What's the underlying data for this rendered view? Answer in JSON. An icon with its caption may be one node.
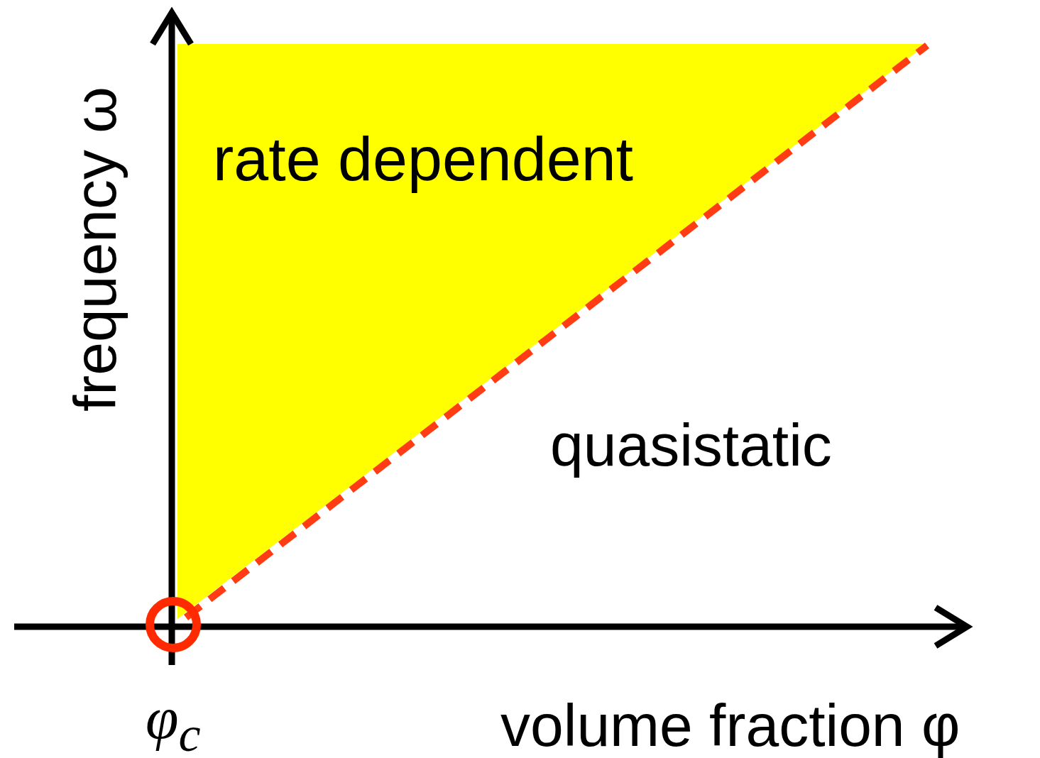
{
  "diagram": {
    "nodes": [
      {
        "text": [
          "rate dependent"
        ]
      },
      {
        "text": [],
        "shape": "circle"
      }
    ],
    "labels": [
      "frequency ω",
      "quasistatic",
      "φ$_{c}$",
      "volume fraction φ"
    ]
  }
}
